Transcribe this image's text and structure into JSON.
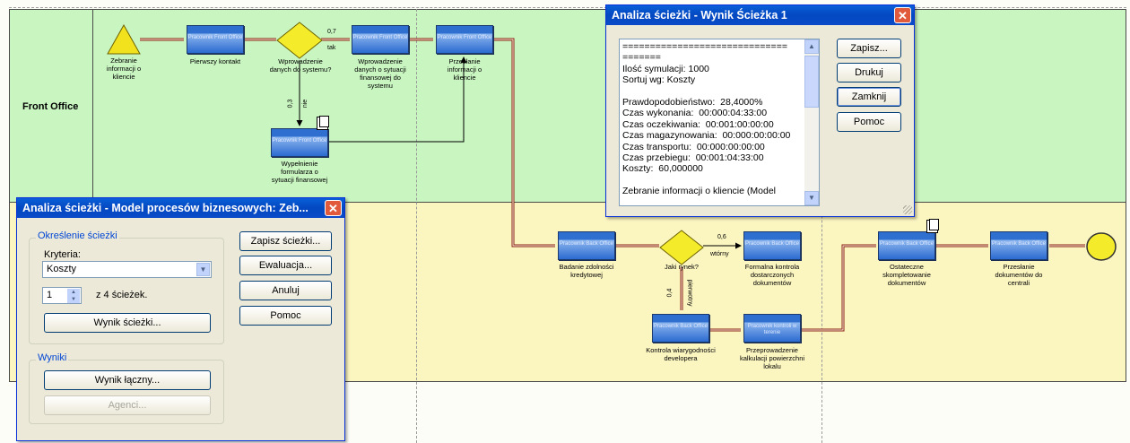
{
  "diagram": {
    "lanes": [
      {
        "label": "Front Office"
      },
      {
        "label": ""
      }
    ],
    "tasks": [
      {
        "label": "Pracownik Front Office",
        "caption": "Pierwszy kontakt"
      },
      {
        "label": "Pracownik Front Office",
        "caption": "Wprowadzenie danych o sytuacji finansowej do systemu"
      },
      {
        "label": "Pracownik Front Office",
        "caption": "Przesłanie informacji o kliencie"
      },
      {
        "label": "Pracownik Front Office",
        "caption": "Wypełnienie formularza o sytuacji finansowej"
      },
      {
        "label": "Pracownik Back Office",
        "caption": "Badanie zdolności kredytowej"
      },
      {
        "label": "Pracownik Back Office",
        "caption": "Formalna kontrola dostarczonych dokumentów"
      },
      {
        "label": "Pracownik Back Office",
        "caption": "Kontrola wiarygodności developera"
      },
      {
        "label": "Pracownik kontroli w terenie",
        "caption": "Przeprowadzenie kalkulacji powierzchni lokalu"
      },
      {
        "label": "Pracownik Back Office",
        "caption": "Ostateczne skompletowanie dokumentów"
      },
      {
        "label": "Pracownik Back Office",
        "caption": "Przesłanie dokumentów do centrali"
      }
    ],
    "events": [
      {
        "caption": "Zebranie informacji o kliencie"
      }
    ],
    "gateways": [
      {
        "caption": "Wprowadzenie danych do systemu?"
      },
      {
        "caption": "Jaki rynek?"
      }
    ],
    "flow_labels": {
      "g1_prob_right": "0,7",
      "g1_label_right": "tak",
      "g1_prob_down": "0,3",
      "g1_label_down": "nie",
      "g2_prob_right": "0,6",
      "g2_label_right": "wtórny",
      "g2_prob_down": "0,4",
      "g2_label_down": "pierwotny"
    }
  },
  "result_window": {
    "title": "Analiza ścieżki - Wynik  Ścieżka 1",
    "lines": [
      "==============================",
      "=======",
      "Ilość symulacji: 1000",
      "Sortuj wg: Koszty",
      "",
      "Prawdopodobieństwo:  28,4000%",
      "Czas wykonania:  00:000:04:33:00",
      "Czas oczekiwania:  00:001:00:00:00",
      "Czas magazynowania:  00:000:00:00:00",
      "Czas transportu:  00:000:00:00:00",
      "Czas przebiegu:  00:001:04:33:00",
      "Koszty:  60,000000",
      "",
      "Zebranie informacji o kliencie (Model"
    ],
    "buttons": [
      "Zapisz...",
      "Drukuj",
      "Zamknij",
      "Pomoc"
    ]
  },
  "path_window": {
    "title": "Analiza ścieżki - Model procesów biznesowych: Zeb...",
    "group1_label": "Określenie ścieżki",
    "criteria_label": "Kryteria:",
    "criteria_value": "Koszty",
    "spinner_value": "1",
    "spinner_suffix": "z 4 ścieżek.",
    "path_result_button": "Wynik ścieżki...",
    "group2_label": "Wyniki",
    "total_result_button": "Wynik łączny...",
    "agents_button": "Agenci...",
    "side_buttons": [
      "Zapisz ścieżki...",
      "Ewaluacja...",
      "Anuluj",
      "Pomoc"
    ]
  },
  "colors": {
    "front_lane": "#c8f5c0",
    "back_lane": "#fbf5c0",
    "task_blue": "#2f6fd0",
    "flow": "#8a1f0c",
    "xp_title": "#0348c1"
  }
}
